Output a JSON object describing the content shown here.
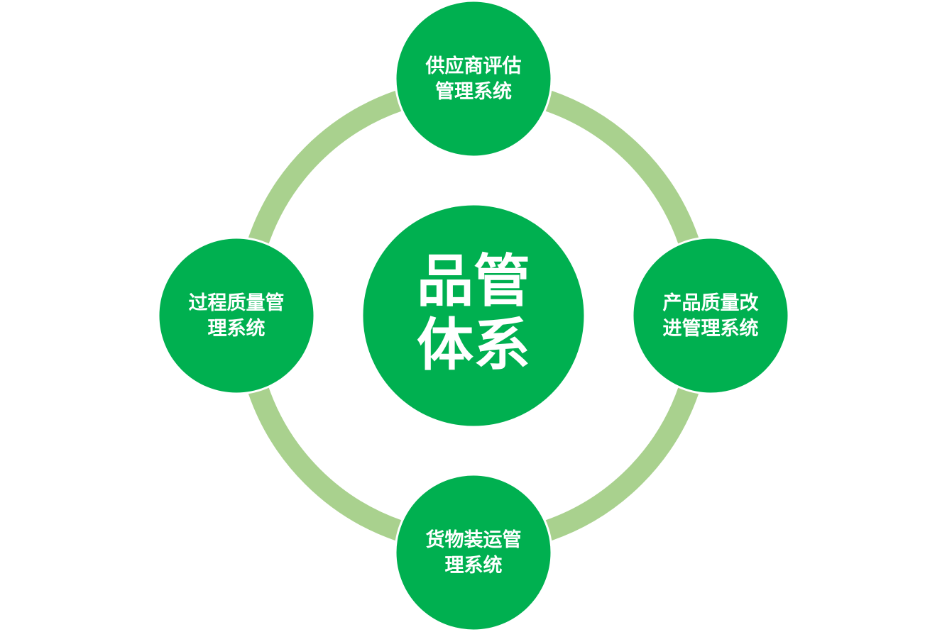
{
  "colors": {
    "ring": "#a9d18e",
    "node": "#00b050",
    "text": "#ffffff"
  },
  "center": {
    "lines": [
      "品管",
      "体系"
    ]
  },
  "nodes": [
    {
      "id": "supplier-evaluation",
      "position": "top",
      "lines": [
        "供应商评估",
        "管理系统"
      ]
    },
    {
      "id": "product-quality-improvement",
      "position": "right",
      "lines": [
        "产品质量改",
        "进管理系统"
      ]
    },
    {
      "id": "cargo-shipping",
      "position": "bottom",
      "lines": [
        "货物装运管",
        "理系统"
      ]
    },
    {
      "id": "process-quality",
      "position": "left",
      "lines": [
        "过程质量管",
        "理系统"
      ]
    }
  ]
}
